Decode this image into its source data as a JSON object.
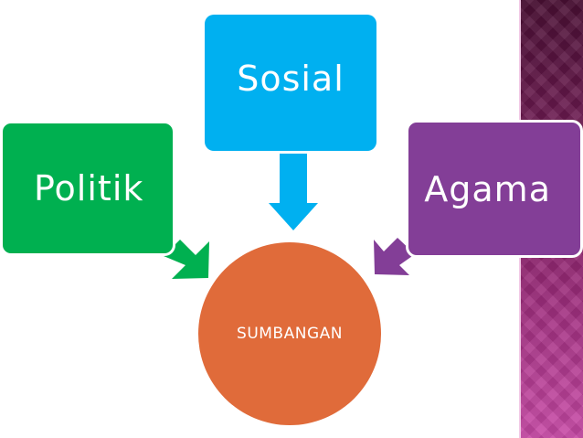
{
  "diagram": {
    "top_box": {
      "label": "Sosial",
      "color": "#00b0f0"
    },
    "left_box": {
      "label": "Politik",
      "color": "#00b050"
    },
    "right_box": {
      "label": "Agama",
      "color": "#833e97"
    },
    "center": {
      "label": "SUMBANGAN",
      "color": "#e06b3a"
    }
  }
}
